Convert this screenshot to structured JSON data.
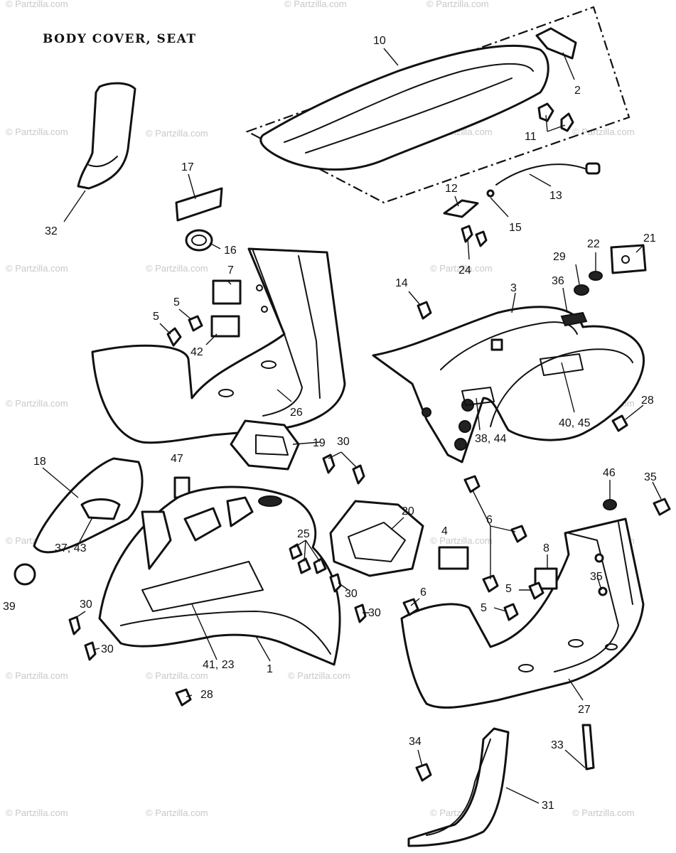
{
  "diagram": {
    "title": "BODY COVER, SEAT",
    "watermark": "© Partzilla.com",
    "callouts": [
      {
        "id": "c10",
        "text": "10"
      },
      {
        "id": "c2a",
        "text": "2"
      },
      {
        "id": "c11",
        "text": "11"
      },
      {
        "id": "c13",
        "text": "13"
      },
      {
        "id": "c12",
        "text": "12"
      },
      {
        "id": "c15",
        "text": "15"
      },
      {
        "id": "c24",
        "text": "24"
      },
      {
        "id": "c17",
        "text": "17"
      },
      {
        "id": "c32",
        "text": "32"
      },
      {
        "id": "c16",
        "text": "16"
      },
      {
        "id": "c7",
        "text": "7"
      },
      {
        "id": "c5a",
        "text": "5"
      },
      {
        "id": "c5b",
        "text": "5"
      },
      {
        "id": "c42",
        "text": "42"
      },
      {
        "id": "c26",
        "text": "26"
      },
      {
        "id": "c21",
        "text": "21"
      },
      {
        "id": "c22",
        "text": "22"
      },
      {
        "id": "c29",
        "text": "29"
      },
      {
        "id": "c14",
        "text": "14"
      },
      {
        "id": "c3",
        "text": "3"
      },
      {
        "id": "c36",
        "text": "36"
      },
      {
        "id": "c4045",
        "text": "40, 45"
      },
      {
        "id": "c3844",
        "text": "38, 44"
      },
      {
        "id": "c28a",
        "text": "28"
      },
      {
        "id": "c18",
        "text": "18"
      },
      {
        "id": "c47",
        "text": "47"
      },
      {
        "id": "c19",
        "text": "19"
      },
      {
        "id": "c30a",
        "text": "30"
      },
      {
        "id": "c3743",
        "text": "37, 43"
      },
      {
        "id": "c39",
        "text": "39"
      },
      {
        "id": "c30b",
        "text": "30"
      },
      {
        "id": "c30c",
        "text": "30"
      },
      {
        "id": "c25",
        "text": "25"
      },
      {
        "id": "c20",
        "text": "20"
      },
      {
        "id": "c30d",
        "text": "30"
      },
      {
        "id": "c30e",
        "text": "30"
      },
      {
        "id": "c4123",
        "text": "41, 23"
      },
      {
        "id": "c1",
        "text": "1"
      },
      {
        "id": "c28b",
        "text": "28"
      },
      {
        "id": "c46",
        "text": "46"
      },
      {
        "id": "c35a",
        "text": "35"
      },
      {
        "id": "c6a",
        "text": "6"
      },
      {
        "id": "c4",
        "text": "4"
      },
      {
        "id": "c8",
        "text": "8"
      },
      {
        "id": "c35b",
        "text": "35"
      },
      {
        "id": "c5c",
        "text": "5"
      },
      {
        "id": "c5d",
        "text": "5"
      },
      {
        "id": "c6b",
        "text": "6"
      },
      {
        "id": "c27",
        "text": "27"
      },
      {
        "id": "c34",
        "text": "34"
      },
      {
        "id": "c33",
        "text": "33"
      },
      {
        "id": "c31",
        "text": "31"
      }
    ],
    "colors": {
      "ink": "#111111",
      "paper": "#ffffff",
      "watermark": "#c8c8c8"
    }
  }
}
